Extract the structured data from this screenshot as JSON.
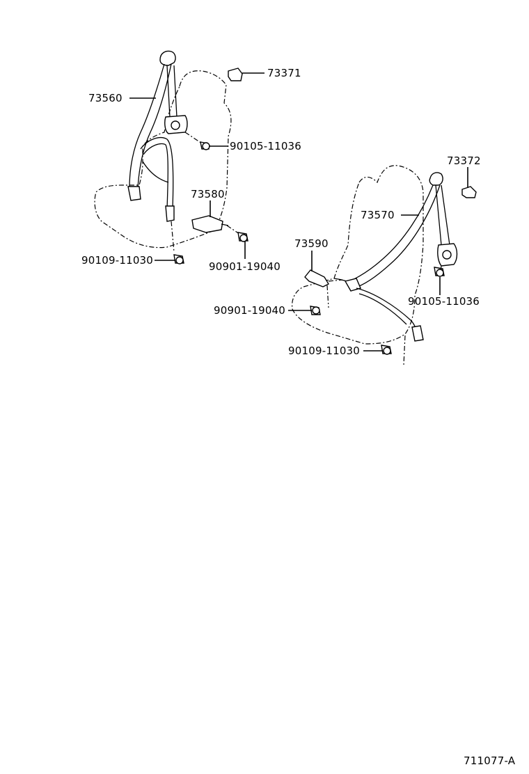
{
  "diagram": {
    "labels": {
      "p73371": "73371",
      "p73560": "73560",
      "p90105_left": "90105-11036",
      "p73580": "73580",
      "p90109_left": "90109-11030",
      "p90901_left": "90901-19040",
      "p73372": "73372",
      "p73570": "73570",
      "p73590": "73590",
      "p90105_right": "90105-11036",
      "p90901_right": "90901-19040",
      "p90109_right": "90109-11030"
    },
    "ref_code": "711077-A"
  }
}
